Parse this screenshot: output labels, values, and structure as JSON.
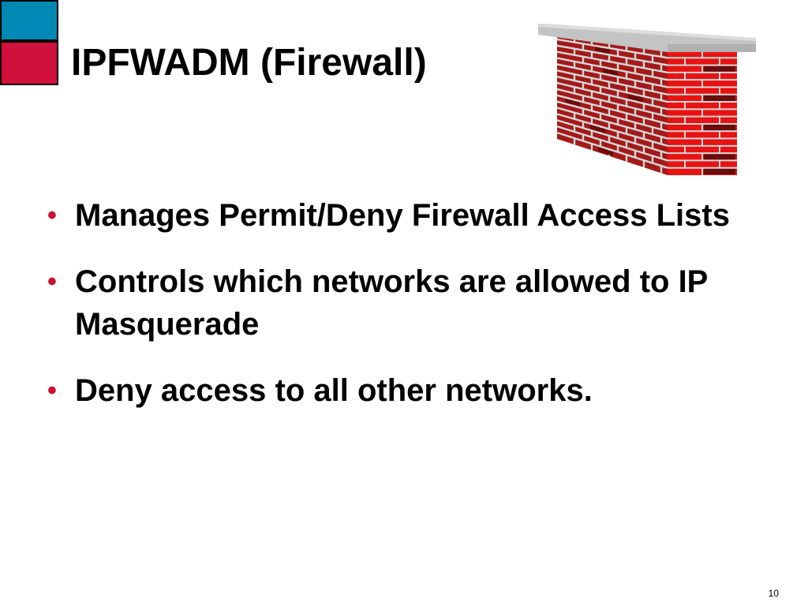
{
  "slide": {
    "title": "IPFWADM (Firewall)",
    "bullets": [
      {
        "text": "Manages Permit/Deny Firewall Access Lists"
      },
      {
        "text": "Controls which networks are allowed to IP Masquerade"
      },
      {
        "text": "Deny access to all other networks."
      }
    ],
    "bullet_marker": "•",
    "page_number": "10"
  },
  "decor": {
    "icons": [
      "corner-squares-decoration",
      "brick-wall-icon"
    ]
  },
  "colors": {
    "deco_top": "#0089b5",
    "deco_bottom": "#d1103c",
    "bullet": "#cc1133",
    "text": "#000000",
    "brick_face": "#e81212",
    "brick_side": "#a41919",
    "brick_dark": "#6b0c0c",
    "mortar": "#d8d8d8",
    "wall_cap": "#bdbdbd"
  }
}
